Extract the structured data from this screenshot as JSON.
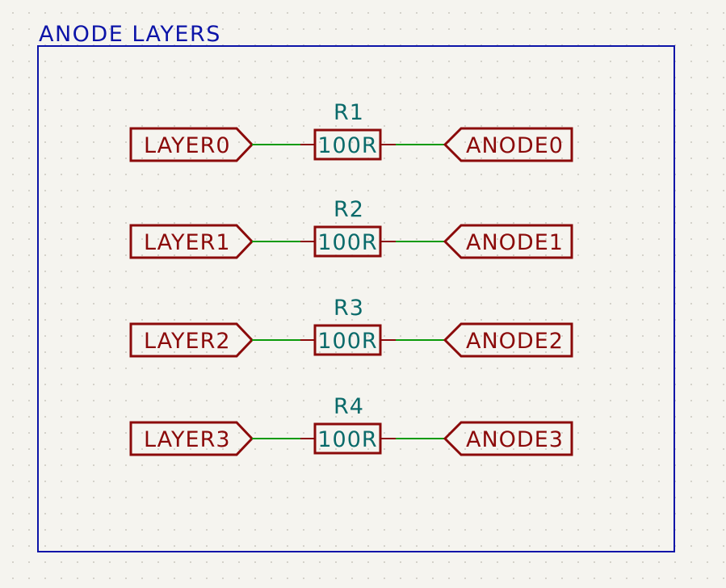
{
  "sheet": {
    "title": "ANODE LAYERS",
    "border_color": "#0c14a8",
    "title_color": "#0c14a8"
  },
  "colors": {
    "label": "#8b0a0a",
    "wire": "#0a9a0a",
    "resistor_body": "#8b0a0a",
    "resistor_pin": "#8b0a0a",
    "ref_text": "#0a6a6a",
    "background": "#f5f4ef",
    "grid_dot": "#c9c7bd"
  },
  "rows": [
    {
      "input_label": "LAYER0",
      "ref": "R1",
      "value": "100R",
      "output_label": "ANODE0"
    },
    {
      "input_label": "LAYER1",
      "ref": "R2",
      "value": "100R",
      "output_label": "ANODE1"
    },
    {
      "input_label": "LAYER2",
      "ref": "R3",
      "value": "100R",
      "output_label": "ANODE2"
    },
    {
      "input_label": "LAYER3",
      "ref": "R4",
      "value": "100R",
      "output_label": "ANODE3"
    }
  ]
}
